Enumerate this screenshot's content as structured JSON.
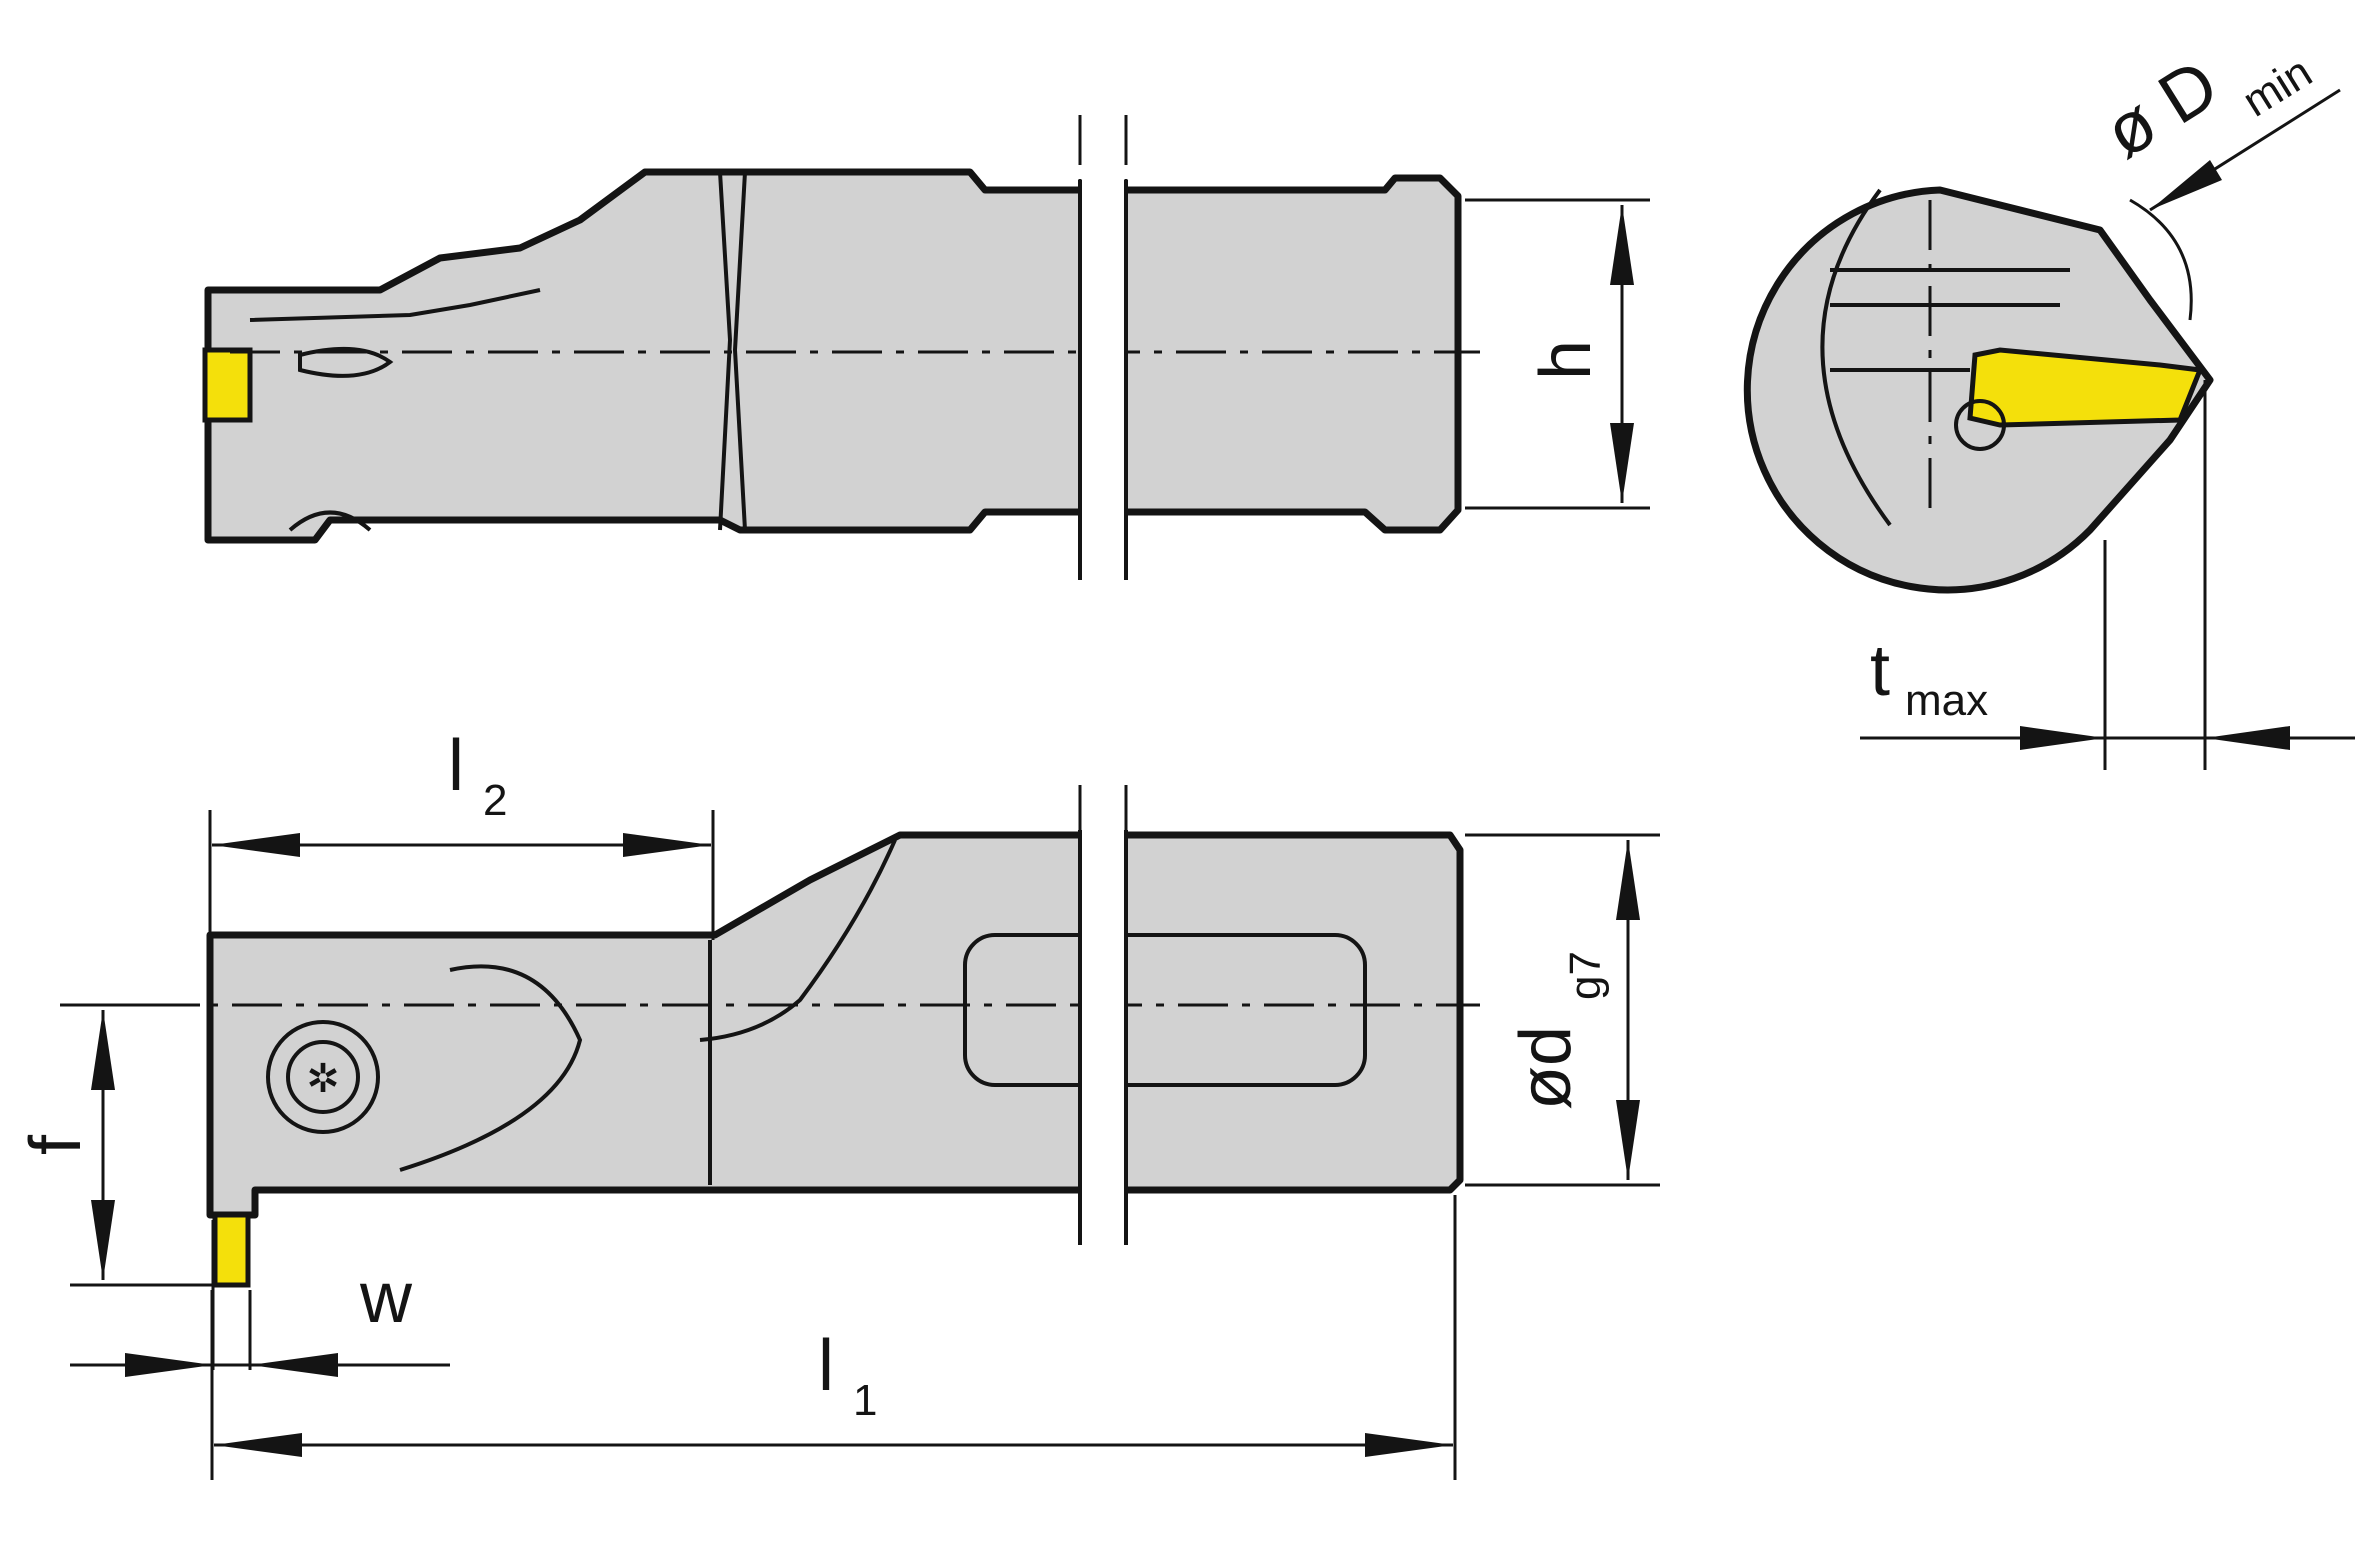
{
  "labels": {
    "h": "h",
    "l2_main": "l",
    "l2_sub": "2",
    "f": "f",
    "w": "w",
    "l1_main": "l",
    "l1_sub": "1",
    "dg7_main": "ød",
    "dg7_sub": "g7",
    "tmax_main": "t",
    "tmax_sub": "max",
    "dmin_main": "ø D",
    "dmin_sub": "min"
  },
  "colors": {
    "body": "#d2d2d2",
    "outline": "#141414",
    "insert": "#f4e00b"
  }
}
